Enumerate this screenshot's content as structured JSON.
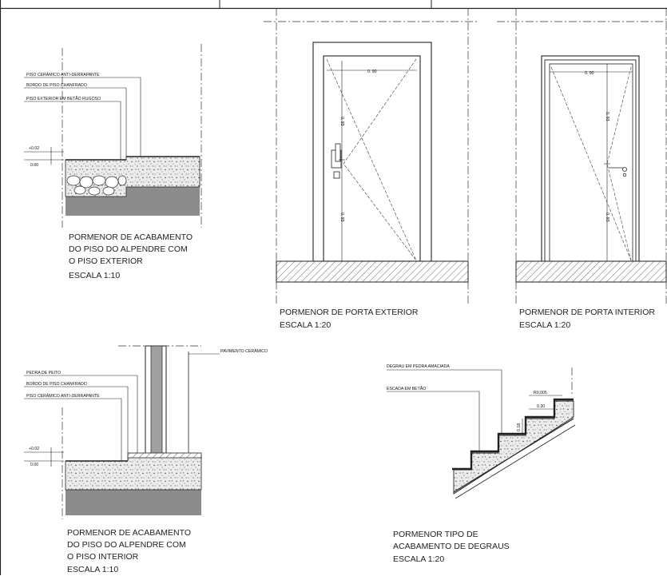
{
  "sheet": {
    "details": [
      {
        "id": "alpendre-exterior",
        "title_lines": [
          "PORMENOR DE ACABAMENTO",
          "DO PISO DO ALPENDRE COM",
          "O PISO EXTERIOR"
        ],
        "scale": "ESCALA 1:10",
        "callouts": [
          "PISO CERÂMICO ANTI-DERRAPANTE",
          "BORDO DE PISO CHANFRADO",
          "PISO EXTERIOR EM BETÃO RUGOSO"
        ],
        "levels": [
          "+0.02",
          "0.00"
        ]
      },
      {
        "id": "porta-exterior",
        "title_lines": [
          "PORMENOR DE PORTA EXTERIOR"
        ],
        "scale": "ESCALA 1:20",
        "width_dim": "0. 90",
        "height_dims": [
          "0. 93",
          "0. 93"
        ]
      },
      {
        "id": "porta-interior",
        "title_lines": [
          "PORMENOR DE PORTA INTERIOR"
        ],
        "scale": "ESCALA 1:20",
        "width_dim": "0. 90",
        "height_dims": [
          "0. 93",
          "0. 93"
        ]
      },
      {
        "id": "alpendre-interior",
        "title_lines": [
          "PORMENOR DE ACABAMENTO",
          "DO PISO DO ALPENDRE COM",
          "O PISO INTERIOR"
        ],
        "scale": "ESCALA 1:10",
        "callouts": [
          "PAVIMENTO CERÂMICO",
          "PEDRA DE PEITO",
          "BORDO DE PISO CHANFRADO",
          "PISO CERÂMICO ANTI-DERRAPANTE"
        ],
        "levels": [
          "+0.02",
          "0.00"
        ]
      },
      {
        "id": "degraus",
        "title_lines": [
          "PORMENOR TIPO DE",
          "ACABAMENTO DE DEGRAUS"
        ],
        "scale": "ESCALA 1:20",
        "callouts": [
          "DEGRAU EM PEDRA AMACIADA",
          "ESCADA EM BETÃO"
        ],
        "dims": [
          "R0.005",
          "0.30",
          "0.18"
        ]
      }
    ]
  }
}
